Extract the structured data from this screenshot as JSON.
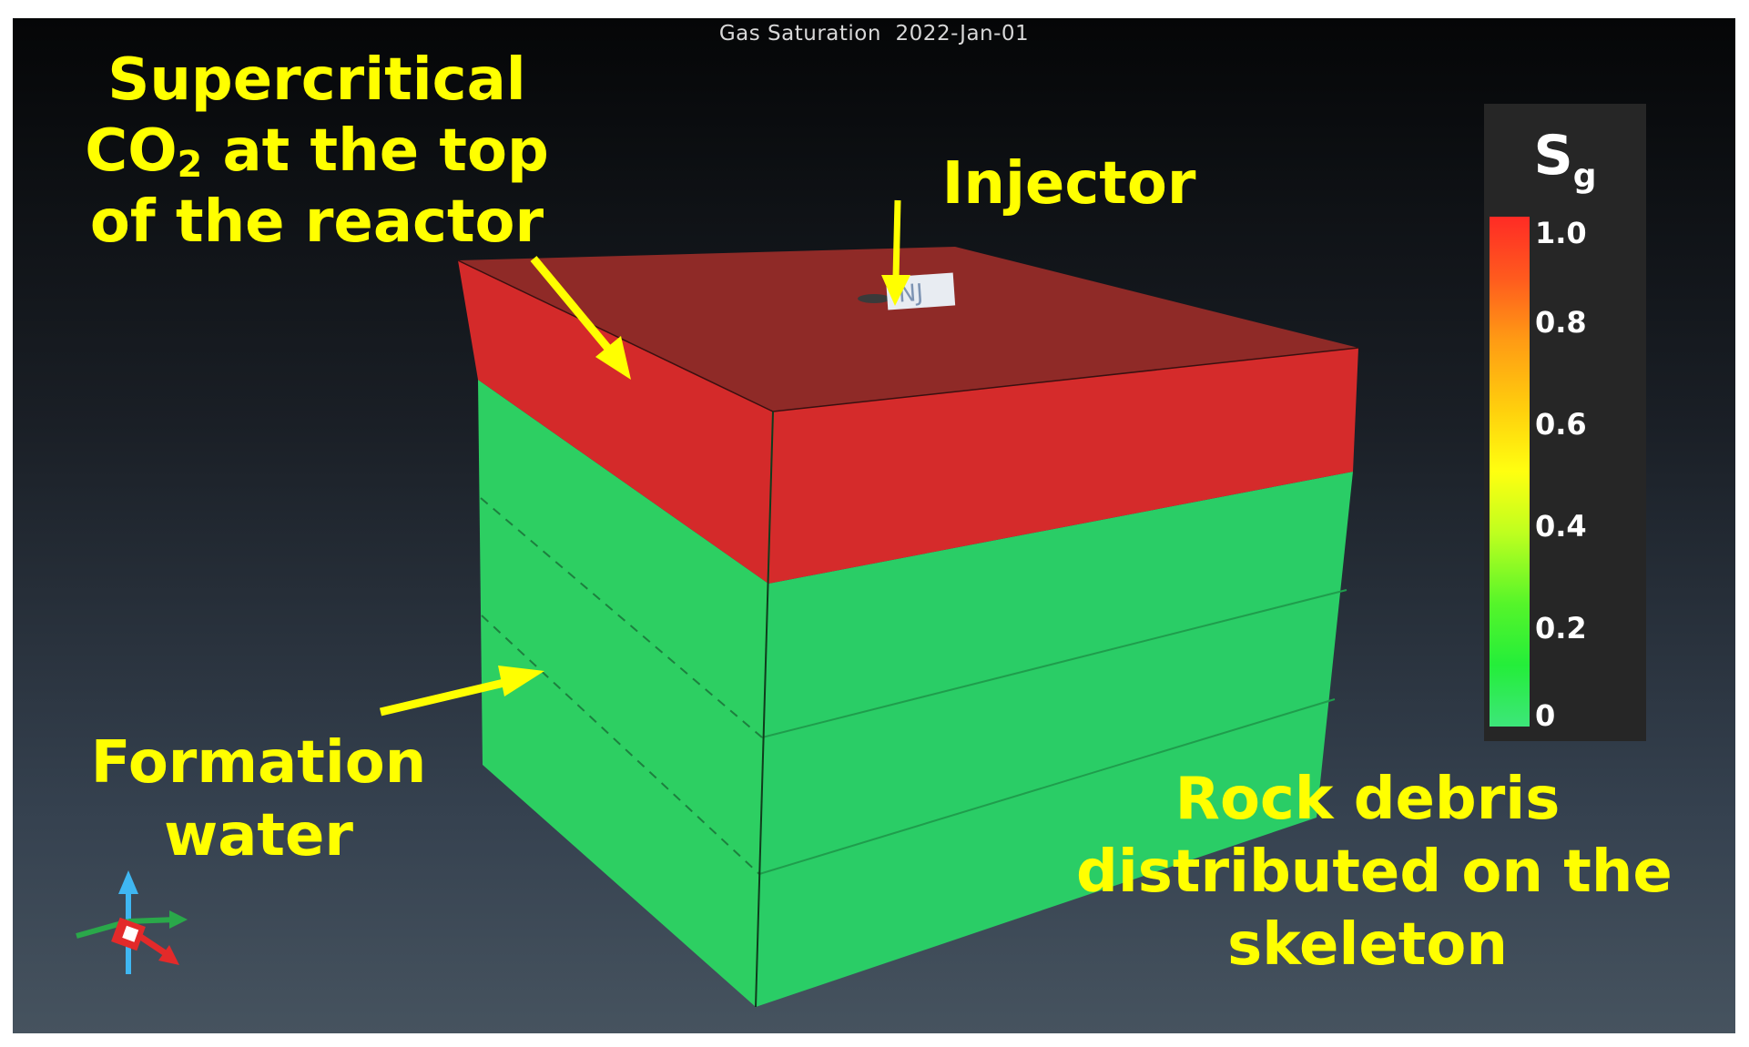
{
  "simulation_title": "Gas Saturation  2022-Jan-01",
  "well_label": "INJ",
  "annotations": {
    "supercritical_co2": {
      "line1": "Supercritical",
      "line2_prefix": "CO",
      "line2_subscript": "2",
      "line2_suffix": " at the top",
      "line3": "of the reactor"
    },
    "injector": "Injector",
    "formation_water": {
      "line1": "Formation",
      "line2": "water"
    },
    "rock_debris": {
      "line1": "Rock debris",
      "line2": "distributed on the",
      "line3": "skeleton"
    }
  },
  "colorbar": {
    "symbol": "S",
    "symbol_subscript": "g",
    "min": 0,
    "max": 1.0,
    "ticks": [
      {
        "value": 1.0,
        "label": "1.0"
      },
      {
        "value": 0.8,
        "label": "0.8"
      },
      {
        "value": 0.6,
        "label": "0.6"
      },
      {
        "value": 0.4,
        "label": "0.4"
      },
      {
        "value": 0.2,
        "label": "0.2"
      },
      {
        "value": 0,
        "label": "0"
      }
    ],
    "colors": [
      "#ff2b25",
      "#ff9a14",
      "#ffff10",
      "#55f52a",
      "#3de67a"
    ]
  },
  "colors": {
    "annotation": "#ffff00",
    "gas_top": "#8f2a27",
    "gas_side_left": "#d42a2a",
    "gas_side_right": "#d52b2b",
    "water_left": "#2dce61",
    "water_right": "#2cce66"
  }
}
